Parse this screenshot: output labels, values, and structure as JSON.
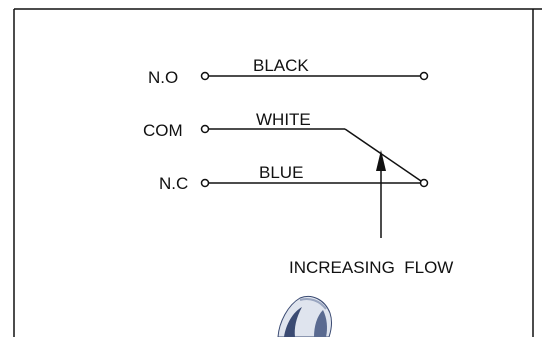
{
  "diagram": {
    "terminals": {
      "no": "N.O",
      "com": "COM",
      "nc": "N.C"
    },
    "wires": {
      "black": "BLACK",
      "white": "WHITE",
      "blue": "BLUE"
    },
    "flow_label": "INCREASING  FLOW"
  },
  "colors": {
    "line": "#111111",
    "background": "#ffffff",
    "probe_light": "#dfe4ee",
    "probe_dark": "#3a4a72"
  }
}
